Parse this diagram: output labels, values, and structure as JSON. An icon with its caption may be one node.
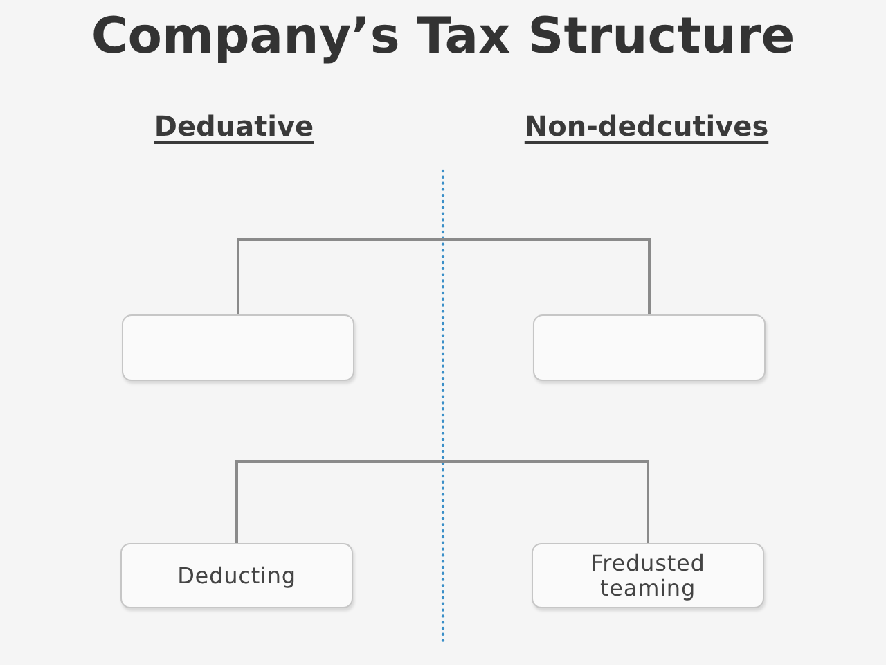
{
  "diagram": {
    "title": "Company’s Tax Structure",
    "nodes": [
      {
        "text": [],
        "shape": "box"
      },
      {
        "text": [],
        "shape": "box"
      },
      {
        "text": [
          "Deducting"
        ]
      },
      {
        "text": [
          "Fredusted teaming"
        ]
      }
    ],
    "edges": [
      {
        "from": 0,
        "to": 1,
        "arrow": "none"
      },
      {
        "from": 2,
        "to": 3,
        "arrow": "none"
      }
    ],
    "labels": [
      "Deduative",
      "Non-dedcutives"
    ]
  }
}
